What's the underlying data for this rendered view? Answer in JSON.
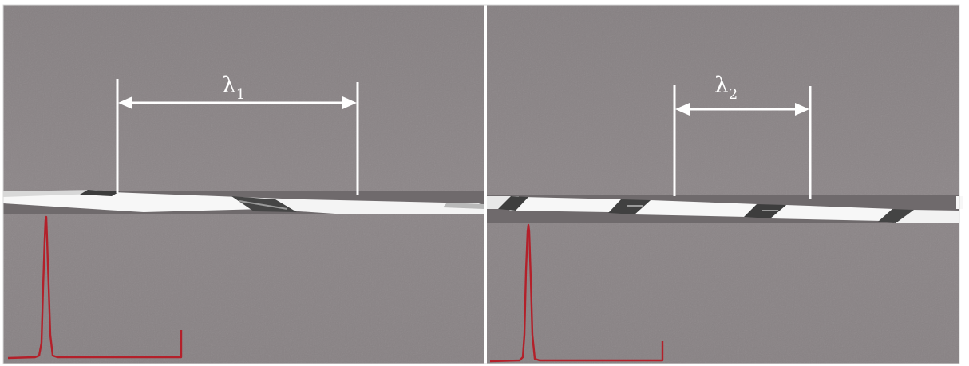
{
  "panels": [
    {
      "id": "left",
      "wavelength_symbol": "λ",
      "wavelength_index": "1"
    },
    {
      "id": "right",
      "wavelength_symbol": "λ",
      "wavelength_index": "2"
    }
  ],
  "colors": {
    "background": "#8a8486",
    "filament_light": "#f7f7f7",
    "filament_dark": "#3a3a3a",
    "annotation": "#ffffff",
    "signal_trace": "#b3202a",
    "divider": "#ffffff"
  }
}
